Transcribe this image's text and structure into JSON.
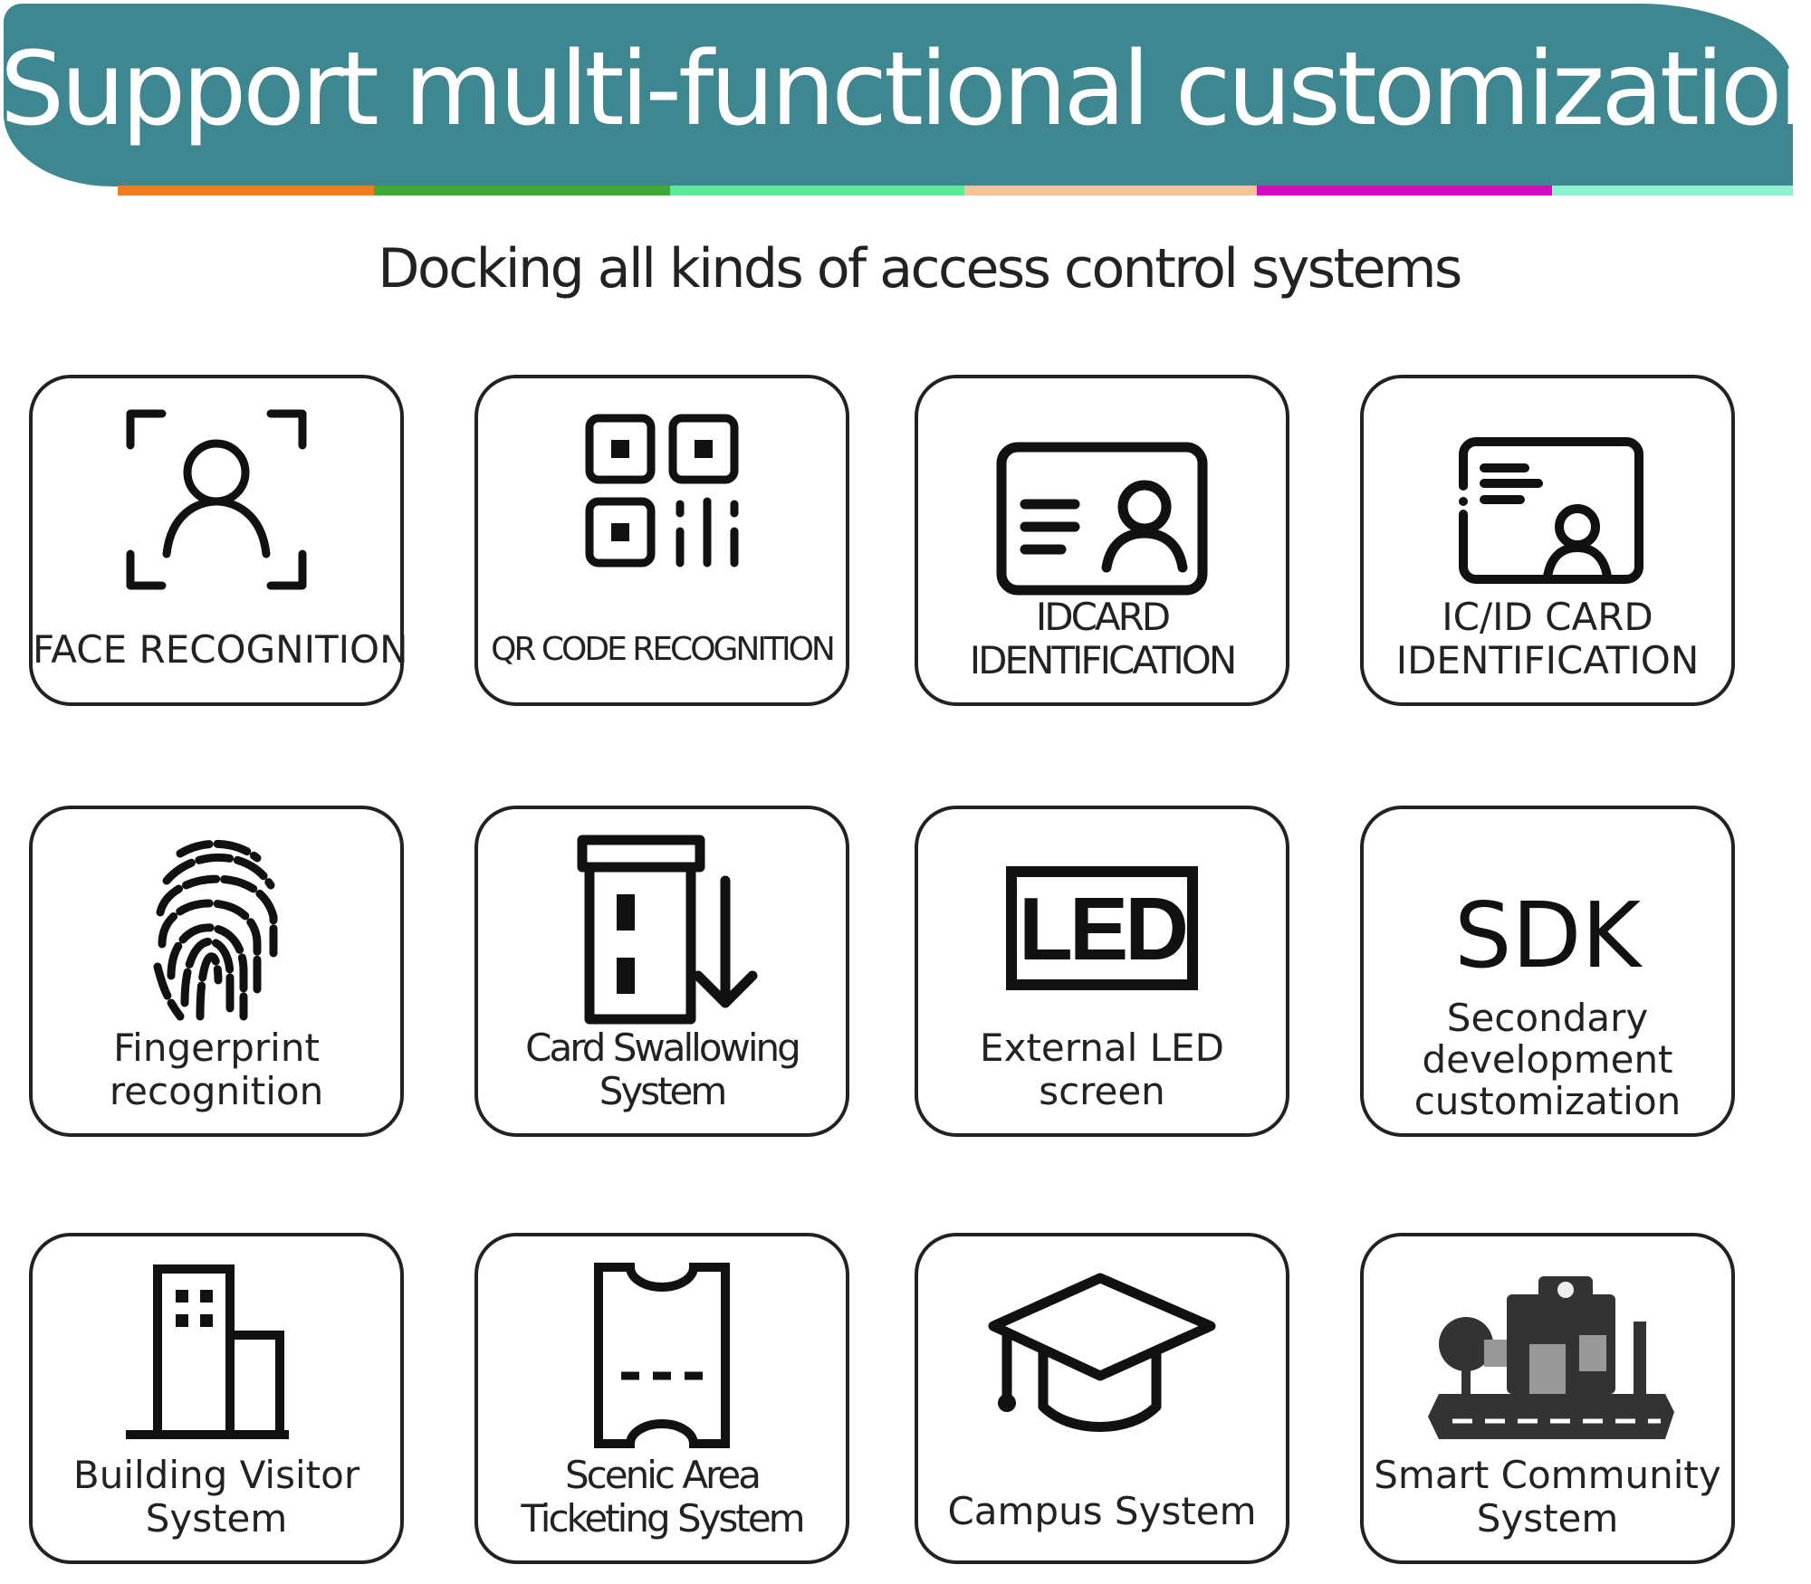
{
  "header": {
    "title": "Support multi-functional customization",
    "background_color": "#3e8690",
    "stripe_colors": [
      "#ee7d22",
      "#3faa35",
      "#5ee89a",
      "#f3c497",
      "#d40cbe",
      "#8ef1d0"
    ]
  },
  "subtitle": "Docking all kinds of access control systems",
  "cards": [
    {
      "icon": "face-scan-icon",
      "lines": [
        "FACE RECOGNITION"
      ]
    },
    {
      "icon": "qr-code-icon",
      "lines": [
        "QR CODE RECOGNITION"
      ]
    },
    {
      "icon": "id-card-icon",
      "lines": [
        "IDCARD",
        "IDENTIFICATION"
      ]
    },
    {
      "icon": "ic-card-icon",
      "lines": [
        "IC/ID CARD",
        "IDENTIFICATION"
      ]
    },
    {
      "icon": "fingerprint-icon",
      "lines": [
        "Fingerprint",
        "recognition"
      ]
    },
    {
      "icon": "card-swallow-icon",
      "lines": [
        "Card Swallowing",
        "System"
      ]
    },
    {
      "icon": "led-screen-icon",
      "icon_text": "LED",
      "lines": [
        "External LED",
        "screen"
      ]
    },
    {
      "icon": "sdk-icon",
      "icon_text": "SDK",
      "lines": [
        "Secondary",
        "development",
        "customization"
      ]
    },
    {
      "icon": "building-icon",
      "lines": [
        "Building Visitor",
        "System"
      ]
    },
    {
      "icon": "ticket-icon",
      "lines": [
        "Scenic Area",
        "Ticketing System"
      ]
    },
    {
      "icon": "graduation-cap-icon",
      "lines": [
        "Campus System"
      ]
    },
    {
      "icon": "community-icon",
      "lines": [
        "Smart Community",
        "System"
      ]
    }
  ]
}
